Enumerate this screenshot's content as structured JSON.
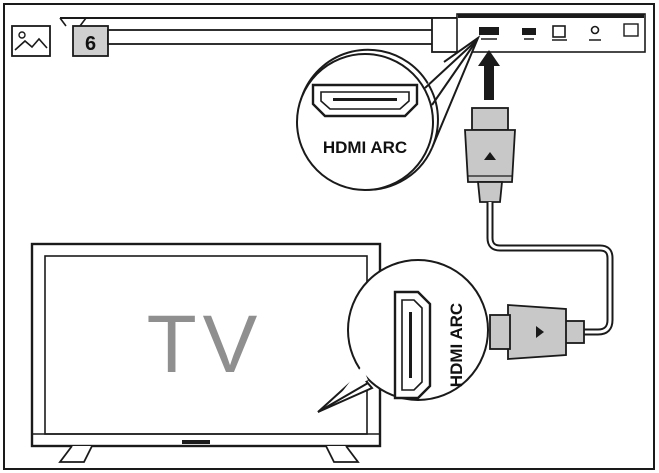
{
  "step_number": "6",
  "tv_label": "TV",
  "callout_top_label": "HDMI ARC",
  "callout_tv_label": "HDMI ARC",
  "colors": {
    "line": "#1a1a1a",
    "cable_fill": "#c8c8c8",
    "badge_fill": "#cfcfcf",
    "tv_text": "#8f8f8f"
  },
  "icons": [
    "image-icon",
    "arrow-up-icon",
    "cable-direction-icon"
  ]
}
